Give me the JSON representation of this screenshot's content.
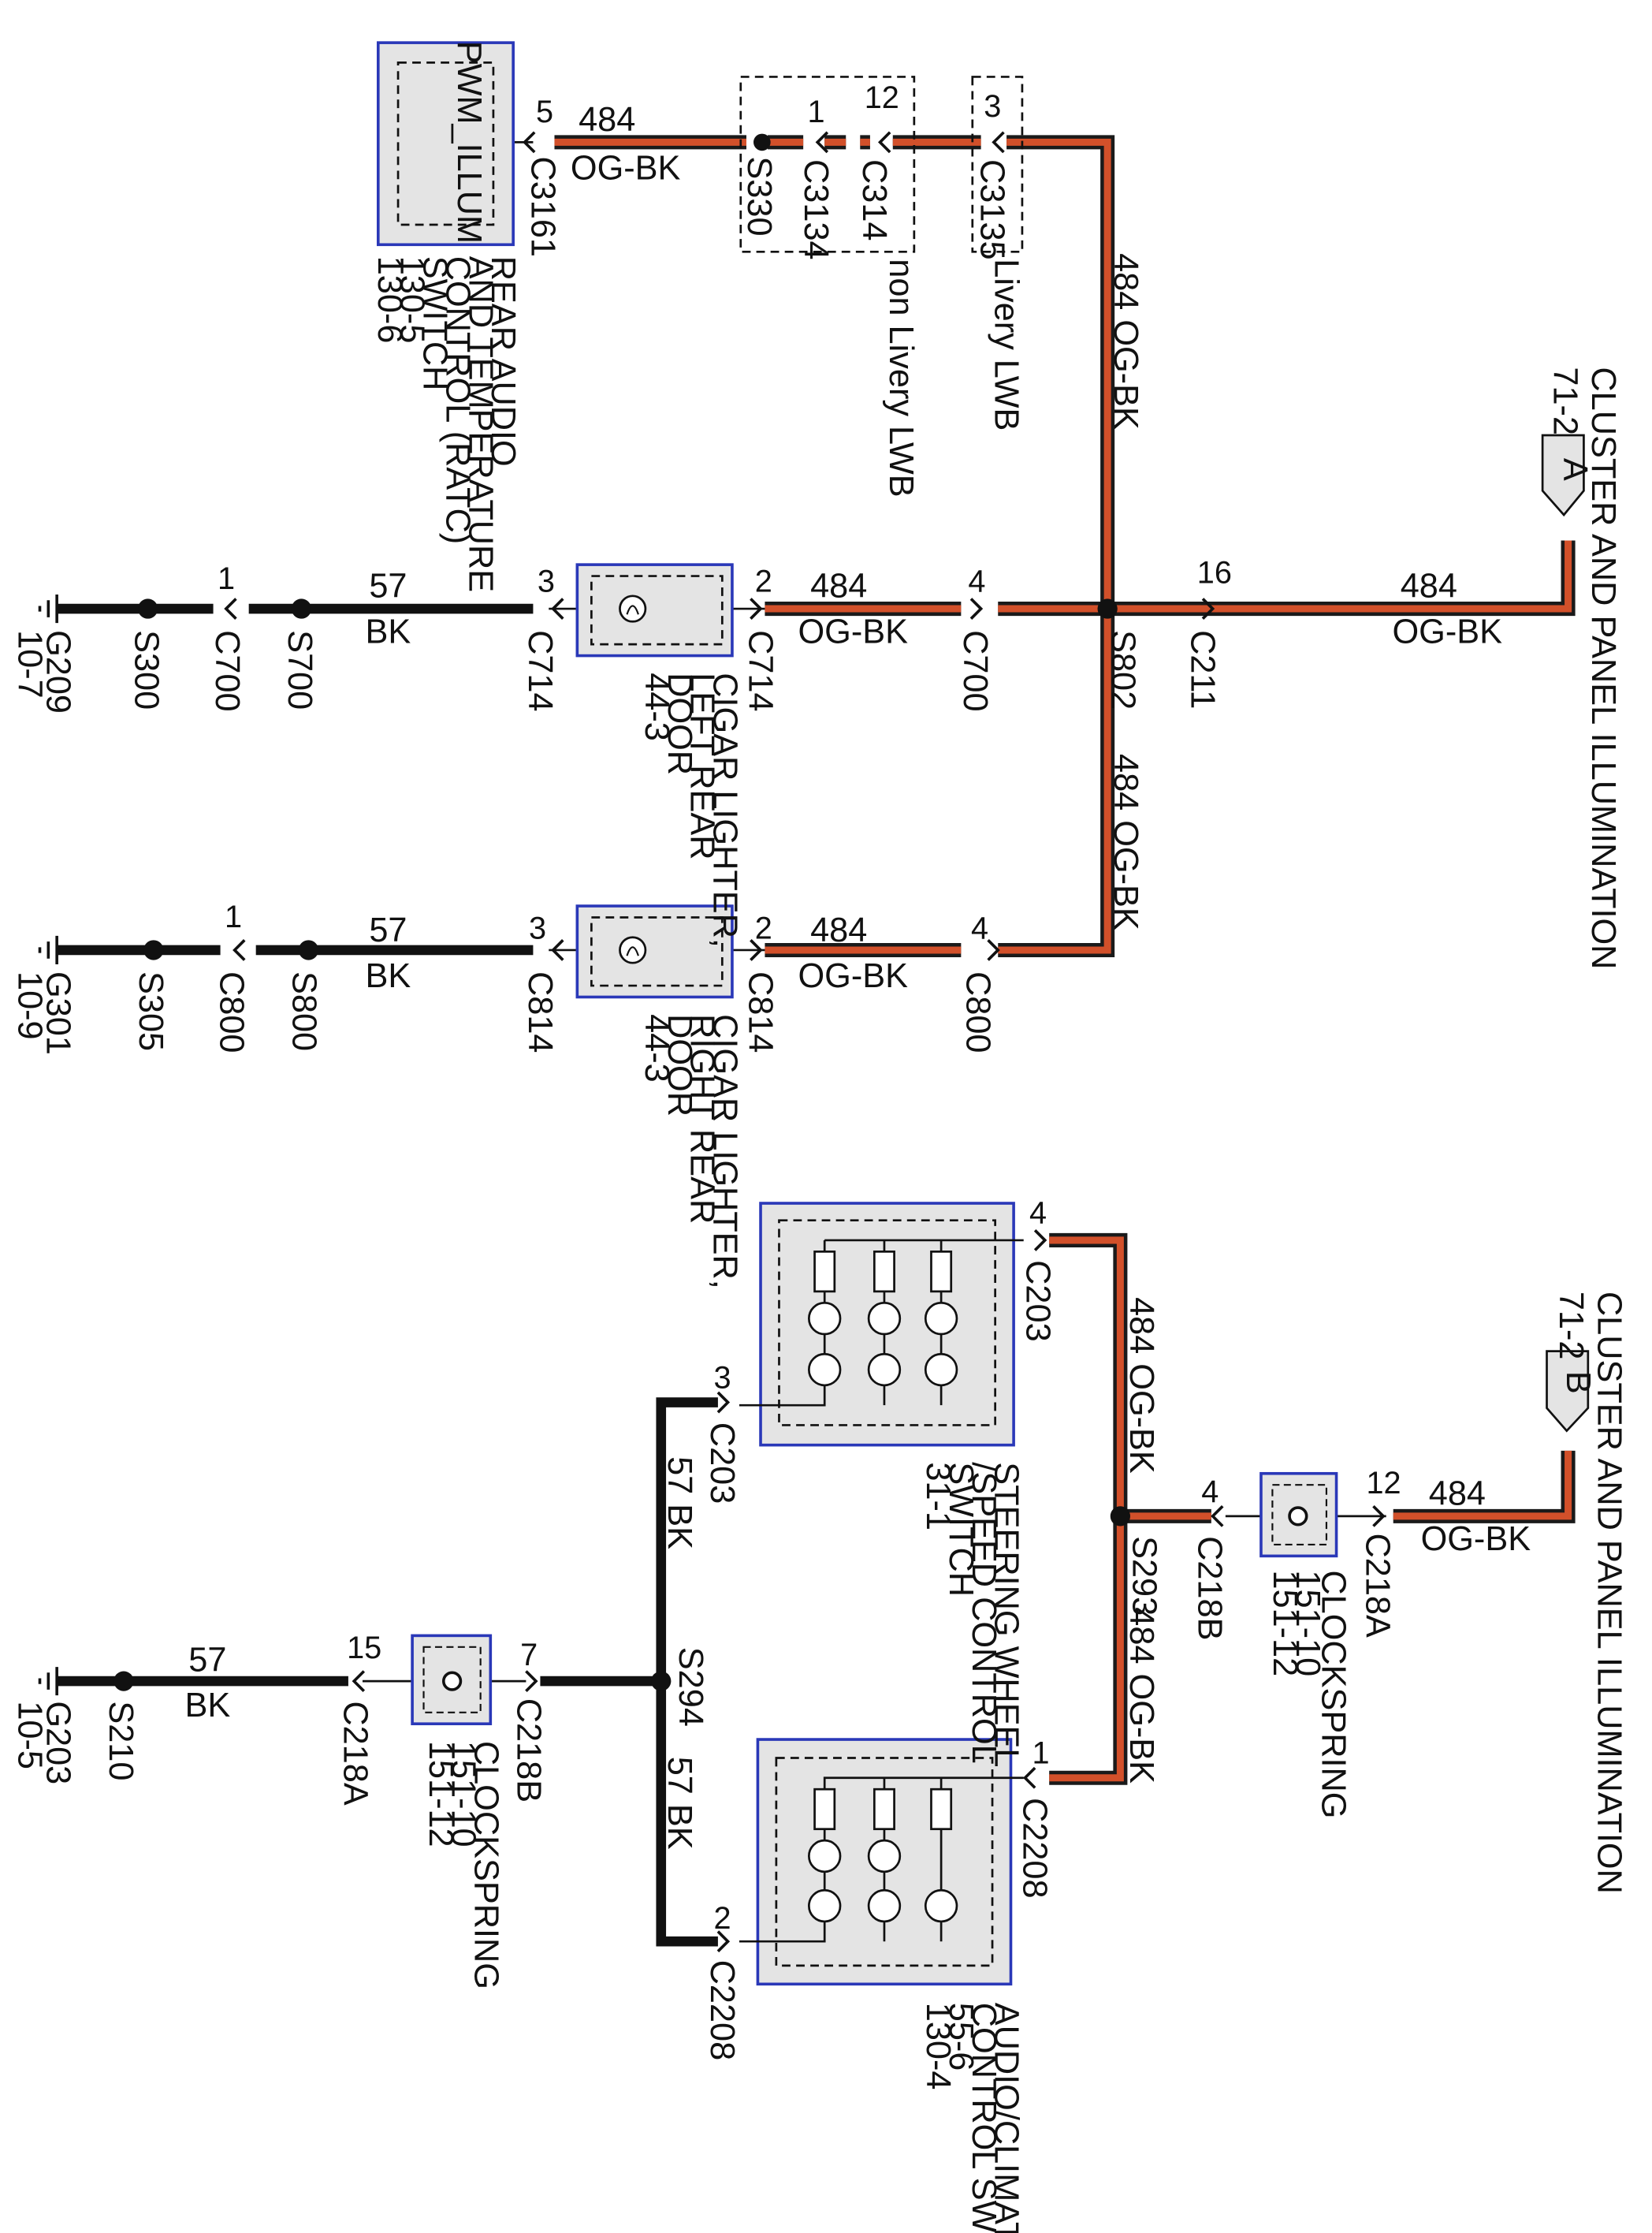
{
  "colors": {
    "og_bk_outer": "#1a1a1a",
    "og_bk_inner": "#d2502a",
    "bk": "#111111",
    "box_fill": "#e4e4e4",
    "box_border": "#2a38b8"
  },
  "wire_labels": {
    "w484": "484",
    "og_bk": "OG-BK",
    "w57": "57",
    "bk": "BK",
    "w484_og_bk": "484  OG-BK",
    "w57_bk": "57  BK"
  },
  "connectors": {
    "c3161": "C3161",
    "s330": "S330",
    "c3134": "C3134",
    "c314": "C314",
    "c3135": "C3135",
    "c714": "C714",
    "c700": "C700",
    "s802": "S802",
    "c211": "C211",
    "s700": "S700",
    "s300": "S300",
    "g209": "G209",
    "c814": "C814",
    "c800": "C800",
    "s800": "S800",
    "s305": "S305",
    "g301": "G301",
    "c203": "C203",
    "s293": "S293",
    "c218b": "C218B",
    "c218a": "C218A",
    "c2208": "C2208",
    "s294": "S294",
    "s210": "S210",
    "g203": "G203"
  },
  "pins": {
    "p5": "5",
    "p1": "1",
    "p12": "12",
    "p3": "3",
    "p2": "2",
    "p4": "4",
    "p16": "16",
    "p7": "7",
    "p15": "15"
  },
  "refs": {
    "r71_2": "71-2",
    "r10_7": "10-7",
    "r10_9": "10-9",
    "r10_5": "10-5"
  },
  "notes": {
    "non_livery": "non Livery LWB",
    "livery": "Livery LWB"
  },
  "components": {
    "pwm_illum": "PWM_ILLUM",
    "ratc": [
      "REAR AUDIO",
      "AND TEMPERATURE",
      "CONTROL (RATC)",
      "SWITCH",
      "130-5",
      "130-6"
    ],
    "cluster_a": [
      "CLUSTER AND PANEL ILLUMINATION"
    ],
    "cluster_a_tag": "A",
    "cluster_b": [
      "CLUSTER AND PANEL ILLUMINATION"
    ],
    "cluster_b_tag": "B",
    "cigar_left": [
      "CIGAR LIGHTER,",
      "LEFT REAR",
      "DOOR",
      "44-3"
    ],
    "cigar_right": [
      "CIGAR LIGHTER,",
      "RIGHT REAR",
      "DOOR",
      "44-3"
    ],
    "steering": [
      "STEERING WHEEL",
      "/SPEED CONTROL",
      "SWITCH",
      "31-1"
    ],
    "clockspring_1": [
      "CLOCKSPRING",
      "151-10",
      "151-12"
    ],
    "clockspring_2": [
      "CLOCKSPRING",
      "151-10",
      "151-12"
    ],
    "audio_climate": [
      "AUDIO/CLIMATE",
      "CONTROL SWITCH",
      "55-6",
      "130-4"
    ]
  }
}
